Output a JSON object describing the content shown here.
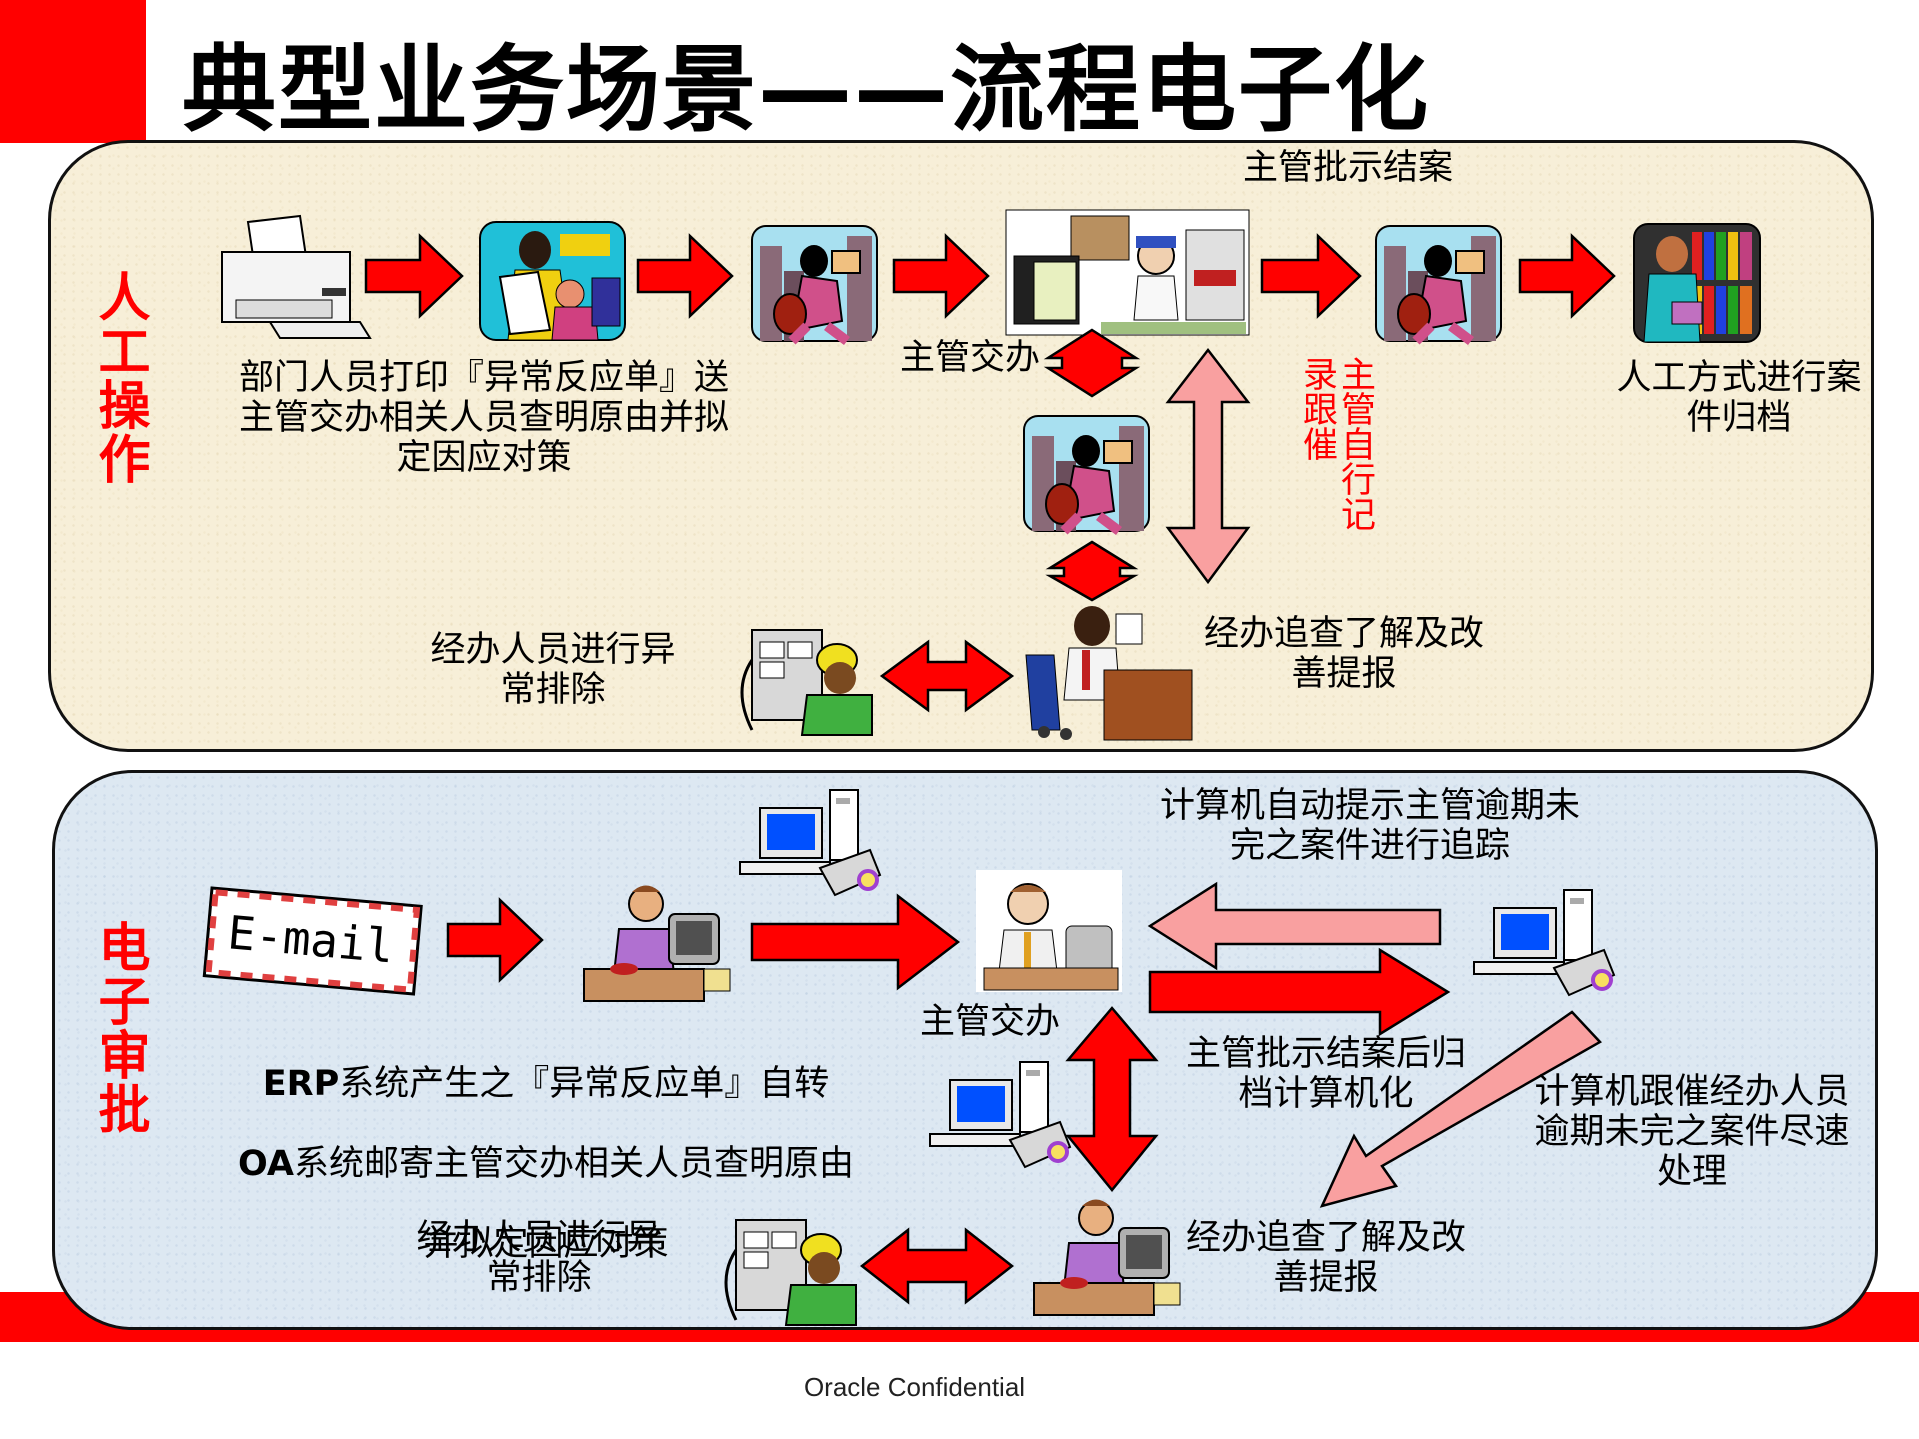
{
  "title": "典型业务场景——流程电子化",
  "footer": "Oracle Confidential",
  "manual": {
    "label": "人工操作",
    "step1": "部门人员打印『异常反应单』送\n主管交办相关人员查明原由并拟\n定因应对策",
    "approve": "主管批示结案",
    "assign": "主管交办",
    "followup": "主管自行记录跟催",
    "archive": "人工方式进行案\n件归档",
    "investigate": "经办追查了解及改\n善提报",
    "resolve": "经办人员进行异\n常排除"
  },
  "electronic": {
    "label": "电子审批",
    "email_icon_text": "E-mail",
    "step1_erp": "ERP",
    "step1_rest1": "系统产生之『异常反应单』自转",
    "step1_oa": "OA",
    "step1_rest2": "系统邮寄主管交办相关人员查明原由",
    "step1_line3": "并拟定因应对策",
    "reminder": "计算机自动提示主管逾期未\n完之案件进行追踪",
    "assign": "主管交办",
    "archive": "主管批示结案后归\n档计算机化",
    "followup": "计算机跟催经办人员\n逾期未完之案件尽速\n处理",
    "investigate": "经办追查了解及改\n善提报",
    "resolve": "经办人员进行异\n常排除"
  },
  "colors": {
    "brand_red": "#ff0000",
    "pink_arrow": "#f9a0a0",
    "manual_bg": "#f7efd8",
    "electronic_bg": "#dde8f2"
  }
}
